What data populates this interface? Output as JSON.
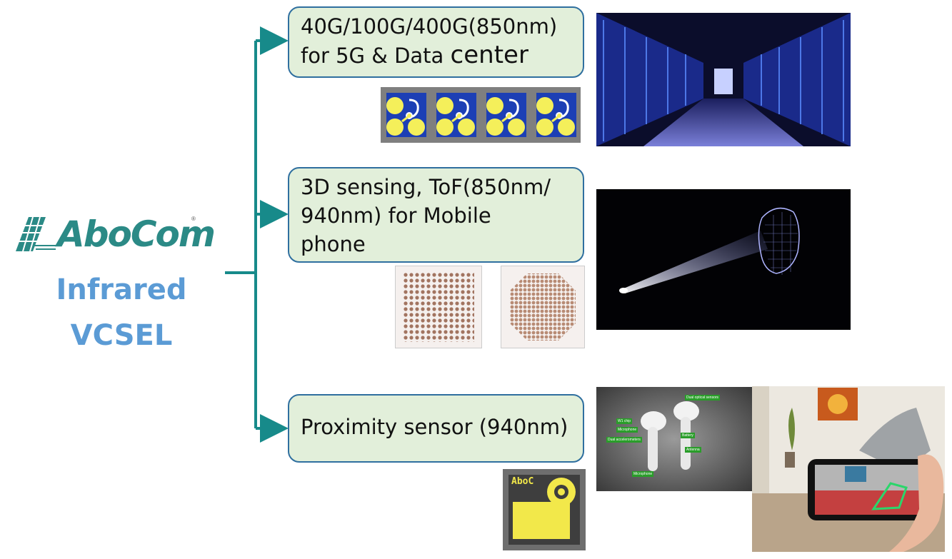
{
  "brand": {
    "name": "AboCom",
    "chip_mark": "AboC"
  },
  "title": {
    "line1": "Infrared",
    "line2": "VCSEL"
  },
  "applications": [
    {
      "line1": "40G/100G/400G(850nm)",
      "line2": "for 5G & Data ",
      "line2_big": "center"
    },
    {
      "line1": "3D sensing, ToF(850nm/",
      "line2": "940nm) for Mobile",
      "line3": "phone"
    },
    {
      "line1": "Proximity sensor (940nm)"
    }
  ],
  "earbud_labels": [
    "Dual optical sensors",
    "W1 chip",
    "Microphone",
    "Battery",
    "Dual accelerometers",
    "Antenna",
    "Microphone"
  ],
  "colors": {
    "connector": "#178a8a",
    "box_fill": "#e2efda",
    "box_border": "#2f6f9f",
    "title": "#5b9bd5",
    "logo": "#2b8a86"
  }
}
